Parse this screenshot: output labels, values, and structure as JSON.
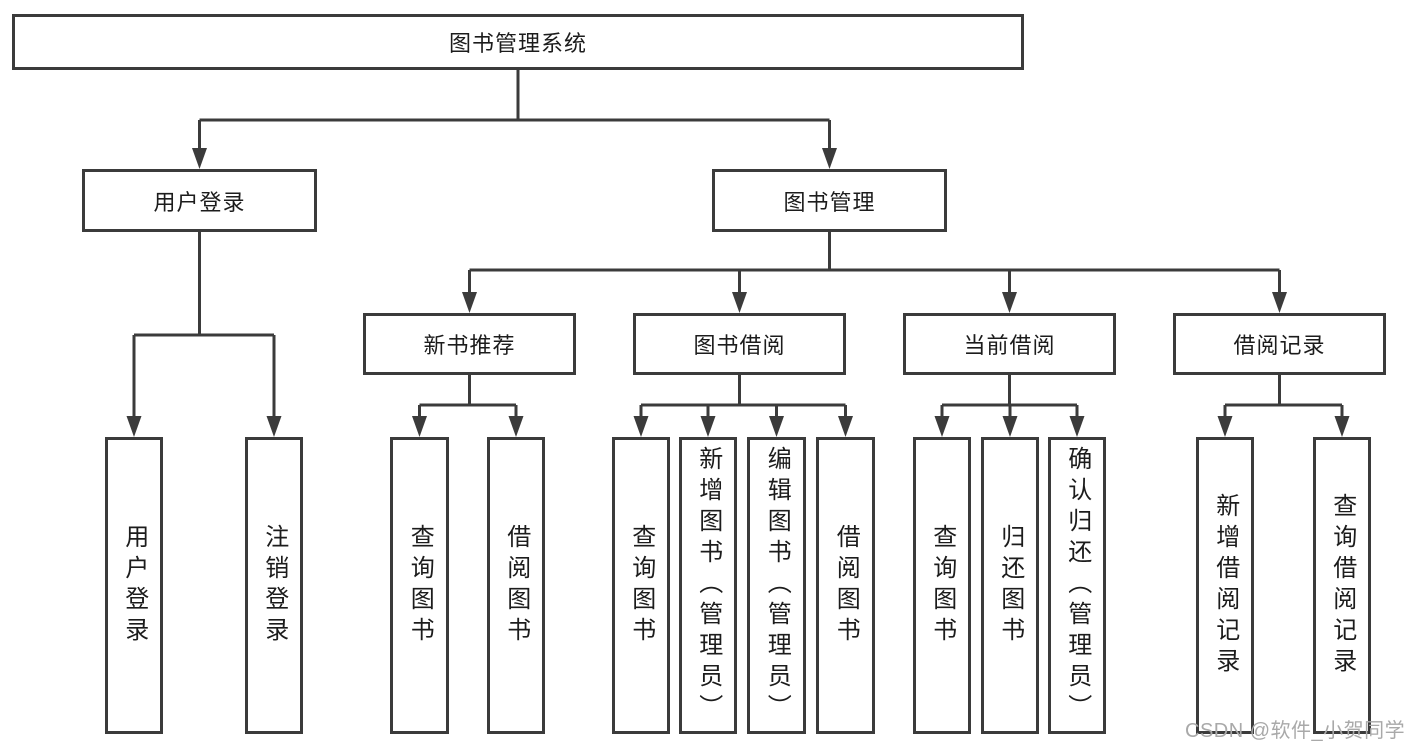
{
  "diagram": {
    "nodes": {
      "root": "图书管理系统",
      "user_login": "用户登录",
      "book_mgmt": "图书管理",
      "login": "用户登录",
      "logout": "注销登录",
      "new_book_rec": "新书推荐",
      "book_borrow": "图书借阅",
      "current_borrow": "当前借阅",
      "borrow_record": "借阅记录",
      "nbr_query_book": "查询图书",
      "nbr_borrow_book": "借阅图书",
      "bb_query_book": "查询图书",
      "bb_add_book": "新增图书（管理员）",
      "bb_edit_book": "编辑图书（管理员）",
      "bb_borrow_book": "借阅图书",
      "cb_query_book": "查询图书",
      "cb_return_book": "归还图书",
      "cb_confirm_return": "确认归还（管理员）",
      "br_add_record": "新增借阅记录",
      "br_query_record": "查询借阅记录"
    },
    "tree": {
      "图书管理系统": [
        "用户登录",
        "图书管理"
      ],
      "用户登录": [
        "用户登录",
        "注销登录"
      ],
      "图书管理": [
        "新书推荐",
        "图书借阅",
        "当前借阅",
        "借阅记录"
      ],
      "新书推荐": [
        "查询图书",
        "借阅图书"
      ],
      "图书借阅": [
        "查询图书",
        "新增图书（管理员）",
        "编辑图书（管理员）",
        "借阅图书"
      ],
      "当前借阅": [
        "查询图书",
        "归还图书",
        "确认归还（管理员）"
      ],
      "借阅记录": [
        "新增借阅记录",
        "查询借阅记录"
      ]
    }
  },
  "watermark": "CSDN @软件_小贺同学",
  "colors": {
    "line": "#3b3b3b",
    "text": "#1c1c1c",
    "background": "#ffffff",
    "watermark": "#a9a9a9"
  }
}
